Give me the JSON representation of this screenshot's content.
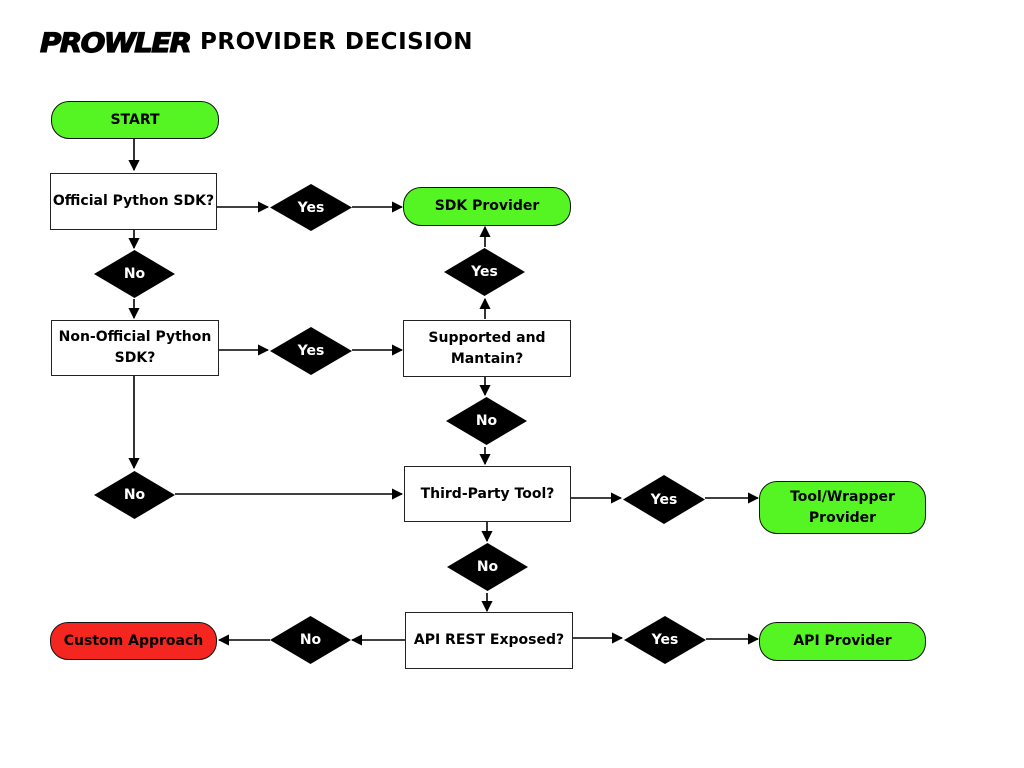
{
  "header": {
    "logo": "PROWLER",
    "title": "PROVIDER DECISION"
  },
  "nodes": {
    "start": "START",
    "official_sdk": "Official Python SDK?",
    "sdk_provider": "SDK Provider",
    "non_official_sdk": "Non-Official Python SDK?",
    "supported_maintained": "Supported and Mantain?",
    "third_party_tool": "Third-Party Tool?",
    "tool_wrapper_provider": "Tool/Wrapper Provider",
    "api_rest_exposed": "API REST Exposed?",
    "api_provider": "API Provider",
    "custom_approach": "Custom Approach"
  },
  "decisions": {
    "official_yes": "Yes",
    "official_no": "No",
    "nonofficial_yes": "Yes",
    "nonofficial_no": "No",
    "supported_yes": "Yes",
    "supported_no": "No",
    "third_party_yes": "Yes",
    "third_party_no": "No",
    "api_yes": "Yes",
    "api_no": "No"
  },
  "colors": {
    "terminal_green": "#55f523",
    "terminal_red": "#f5261f",
    "decision_fill": "#000000",
    "decision_text": "#ffffff"
  }
}
